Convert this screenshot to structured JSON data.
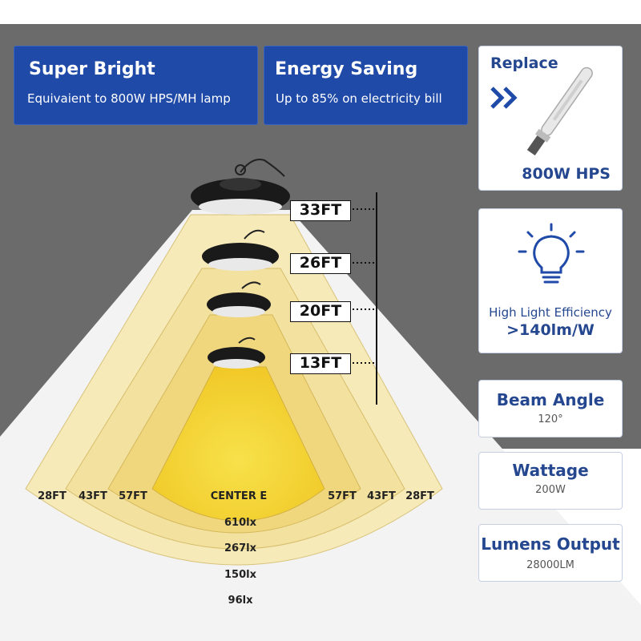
{
  "features": {
    "super_bright": {
      "title": "Super Bright",
      "subtitle": "Equivaient to 800W HPS/MH lamp"
    },
    "energy_saving": {
      "title": "Energy Saving",
      "subtitle": "Up to 85% on  electricity bill"
    }
  },
  "replace": {
    "title": "Replace",
    "lamp": "800W HPS"
  },
  "efficiency": {
    "label": "High Light Efficiency",
    "value": ">140lm/W"
  },
  "beam_angle": {
    "title": "Beam Angle",
    "value": "120°"
  },
  "wattage": {
    "title": "Wattage",
    "value": "200W"
  },
  "lumens": {
    "title": "Lumens Output",
    "value": "28000LM"
  },
  "heights": [
    "33FT",
    "26FT",
    "20FT",
    "13FT"
  ],
  "widths": {
    "left": [
      "28FT",
      "43FT",
      "57FT"
    ],
    "center": "CENTER E",
    "right": [
      "57FT",
      "43FT",
      "28FT"
    ]
  },
  "illuminance": [
    "610lx",
    "267lx",
    "150lx",
    "96lx"
  ],
  "colors": {
    "panel_blue": "#1f4aa8",
    "title_blue": "#24478f",
    "background_gray": "#6a6a6a",
    "light_yellow": "#f5e6a6",
    "center_yellow": "#f4d02a"
  },
  "icons": [
    "chevron-double-right-icon",
    "hps-bulb-icon",
    "lightbulb-icon",
    "ufo-highbay-lamp-icon"
  ]
}
